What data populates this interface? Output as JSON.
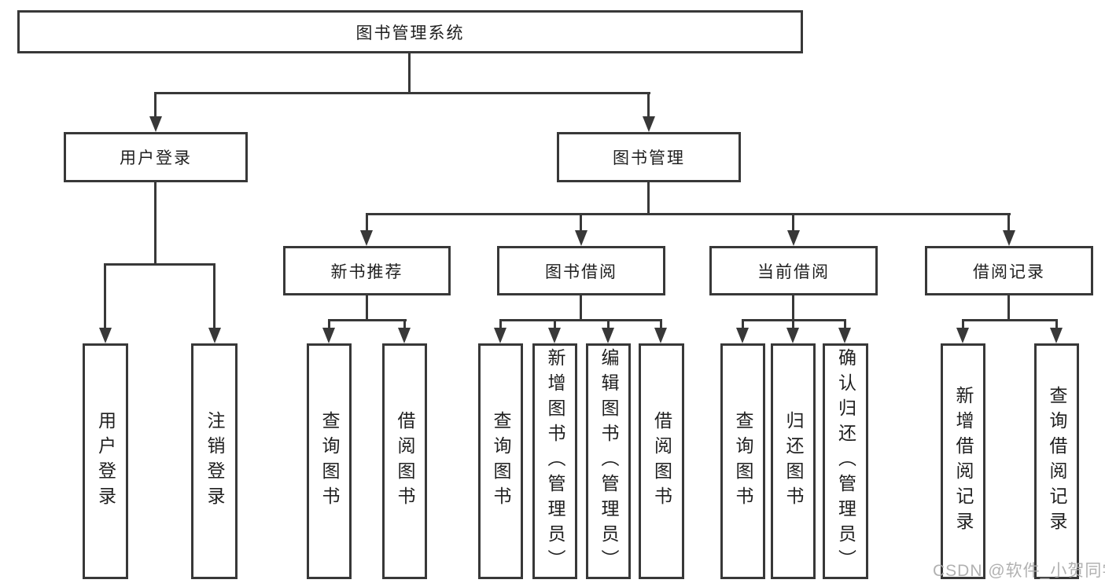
{
  "tree": {
    "root": {
      "label": "图书管理系统"
    },
    "branches": [
      {
        "label": "用户登录",
        "children": [
          "用户登录",
          "注销登录"
        ]
      },
      {
        "label": "图书管理",
        "groups": [
          {
            "label": "新书推荐",
            "children": [
              "查询图书",
              "借阅图书"
            ]
          },
          {
            "label": "图书借阅",
            "children": [
              "查询图书",
              "新增图书（管理员）",
              "编辑图书（管理员）",
              "借阅图书"
            ]
          },
          {
            "label": "当前借阅",
            "children": [
              "查询图书",
              "归还图书",
              "确认归还（管理员）"
            ]
          },
          {
            "label": "借阅记录",
            "children": [
              "新增借阅记录",
              "查询借阅记录"
            ]
          }
        ]
      }
    ]
  },
  "watermark": "CSDN @软件_小贺同学",
  "colors": {
    "line": "#383838",
    "text": "#1f1f1f",
    "watermark": "#a9a9a9",
    "background": "#ffffff"
  }
}
